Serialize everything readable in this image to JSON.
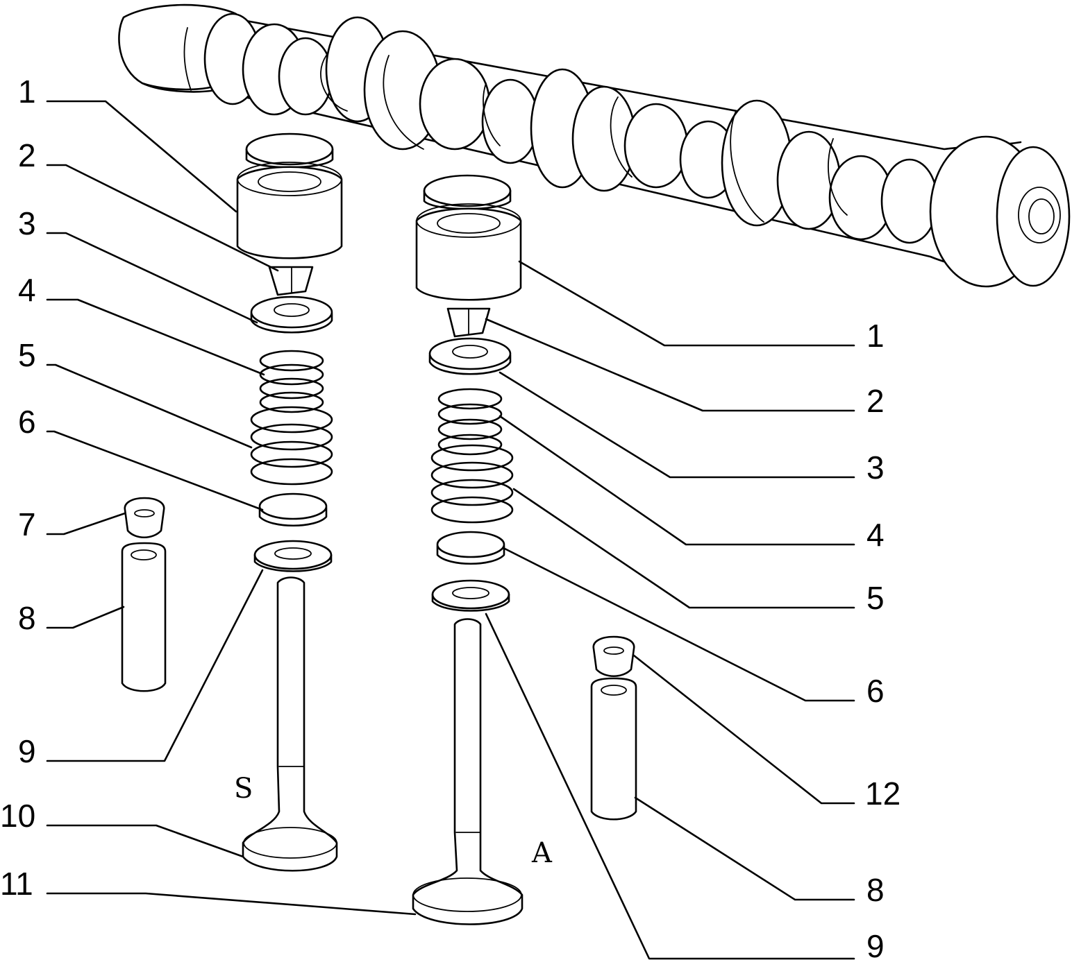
{
  "diagram": {
    "callouts_left": [
      "1",
      "2",
      "3",
      "4",
      "5",
      "6",
      "7",
      "8",
      "9",
      "10",
      "11"
    ],
    "callouts_right": [
      "1",
      "2",
      "3",
      "4",
      "5",
      "6",
      "12",
      "8",
      "9"
    ],
    "valve_tags": {
      "intake": "S",
      "exhaust": "A"
    }
  }
}
